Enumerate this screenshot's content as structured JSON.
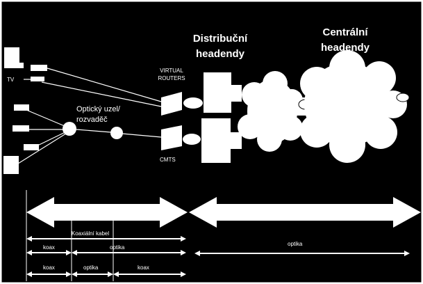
{
  "labels": {
    "distribution_headend": "Distribuční headendy",
    "central_headend": "Centrální headendy",
    "virtual_routers": "VIRTUAL ROUTERS",
    "cmts": "CMTS",
    "optical_node": "Optický uzel/ rozvaděč",
    "tv": "TV"
  },
  "segments": {
    "row1": {
      "left": "Koaxiální kabel"
    },
    "row2": {
      "left": "koax",
      "right": "optika"
    },
    "row3": {
      "left": "koax",
      "mid": "optika",
      "right": "koax"
    },
    "far": "optika"
  },
  "colors": {
    "background": "#000000",
    "shapes": "#ffffff",
    "frame": "#ffffff"
  }
}
